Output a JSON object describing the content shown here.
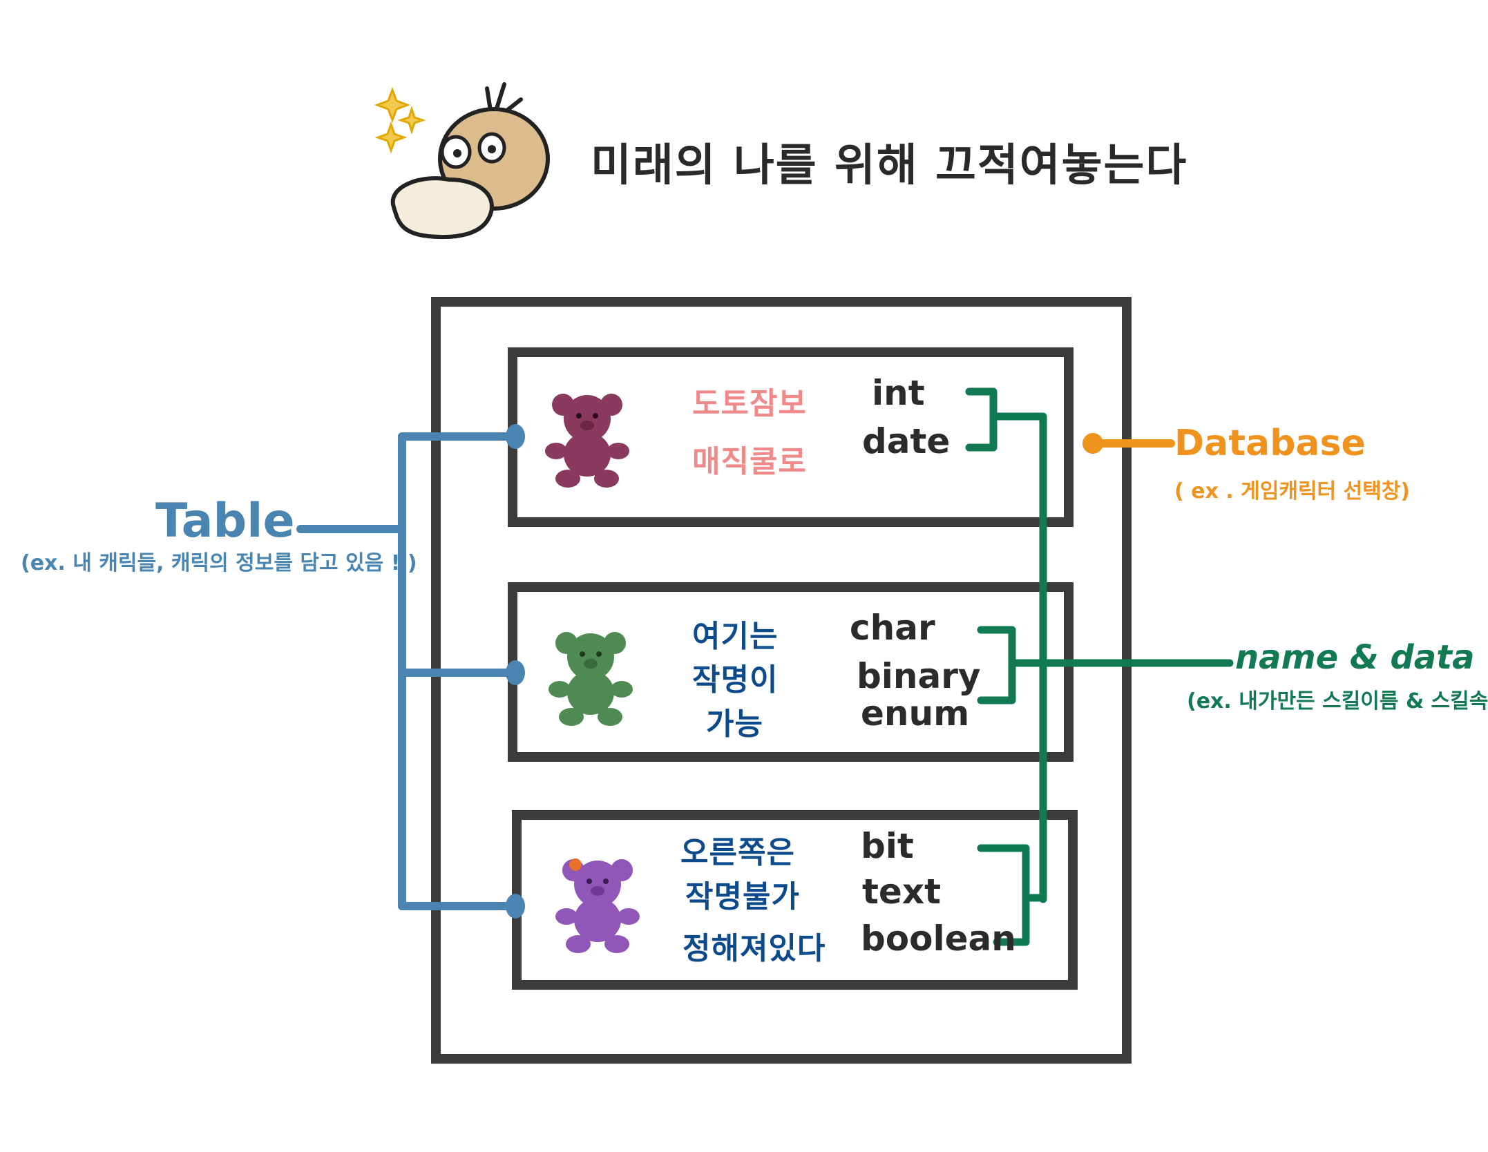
{
  "header": {
    "title": "미래의 나를 위해 끄적여놓는다",
    "mascot_icon": "psyduck-mascot-icon",
    "sparkle_icon": "sparkle-icon"
  },
  "labels": {
    "table": {
      "title": "Table",
      "example": "(ex. 내 캐릭들, 캐릭의 정보를 담고 있음 ! )",
      "color": "#4a84b0"
    },
    "database": {
      "title": "Database",
      "example": "( ex . 게임캐릭터 선택창)",
      "color": "#f0921e"
    },
    "name_data": {
      "title": "name & data",
      "example": "(ex. 내가만든 스킬이름 & 스킬속성)",
      "color": "#127a52"
    }
  },
  "rows": [
    {
      "bear_icon": "teddy-bear-maroon-icon",
      "bear_color": "#8a3a5c",
      "names": [
        "도토잠보",
        "매직쿨로"
      ],
      "name_color": "#f08a8a",
      "types": [
        "int",
        "date"
      ]
    },
    {
      "bear_icon": "teddy-bear-green-icon",
      "bear_color": "#4f8a52",
      "names": [
        "여기는",
        "작명이",
        "가능"
      ],
      "name_color": "#0d4a8c",
      "types": [
        "char",
        "binary",
        "enum"
      ]
    },
    {
      "bear_icon": "teddy-bear-purple-icon",
      "bear_color": "#9056b8",
      "names": [
        "오른쪽은",
        "작명불가",
        "정해져있다"
      ],
      "name_color": "#0d4a8c",
      "types": [
        "bit",
        "text",
        "boolean"
      ]
    }
  ]
}
